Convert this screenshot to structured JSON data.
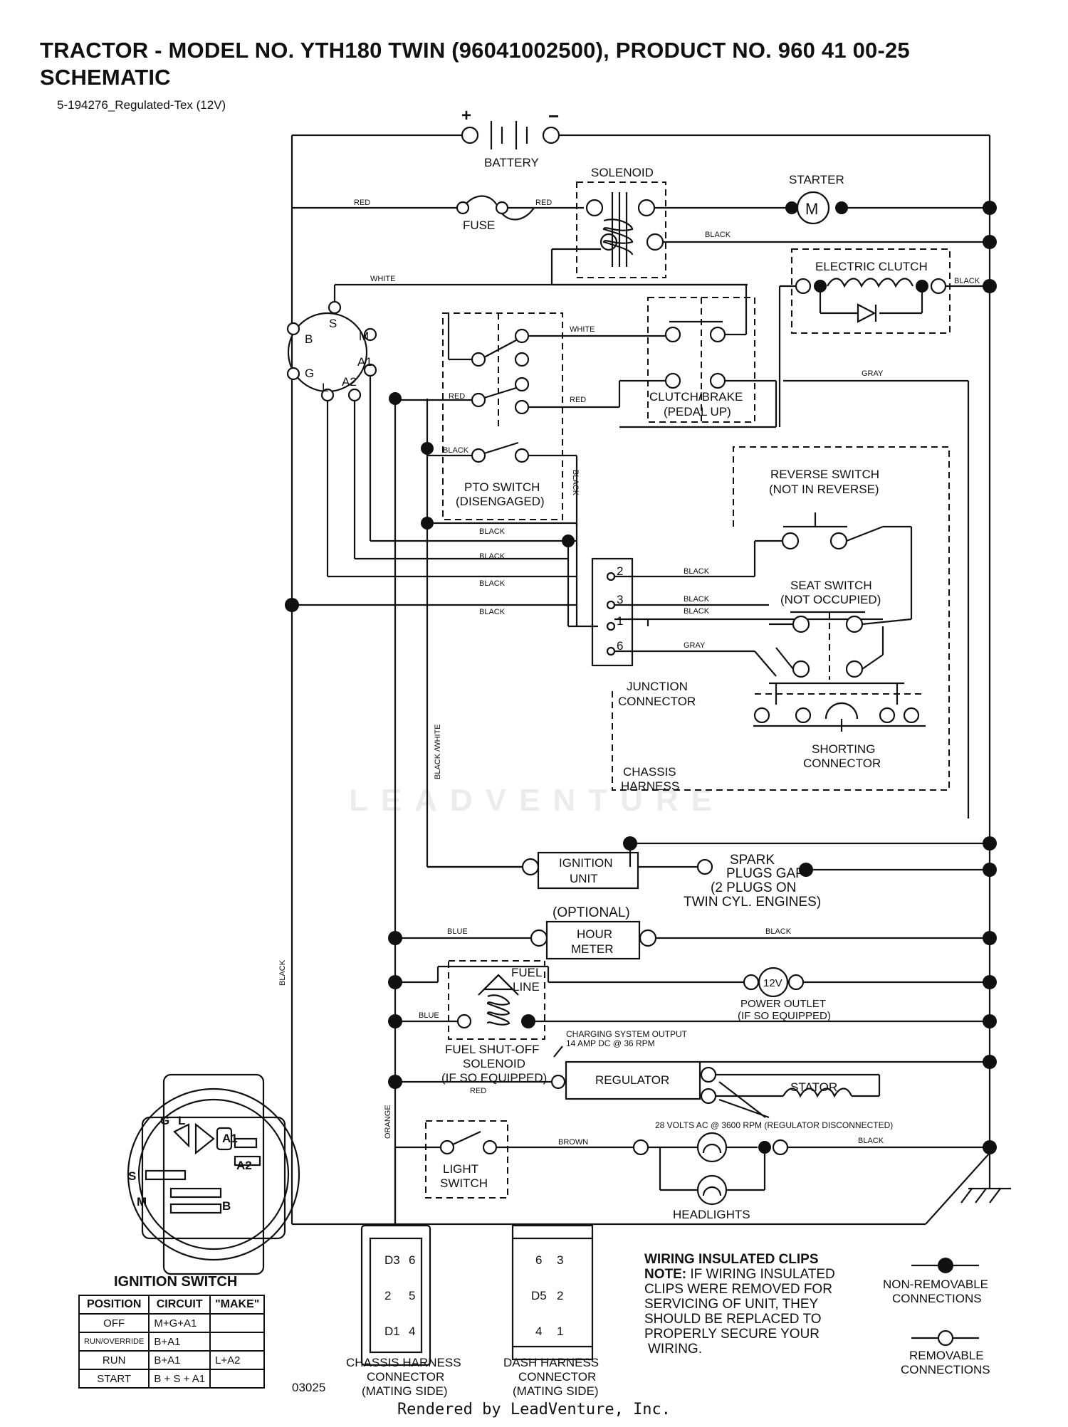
{
  "header": {
    "title_line1": "TRACTOR - MODEL NO. YTH180 TWIN (96041002500), PRODUCT NO. 960 41 00-25",
    "title_line2": "SCHEMATIC",
    "subtitle": "5-194276_Regulated-Tex (12V)"
  },
  "components": {
    "battery": "BATTERY",
    "solenoid": "SOLENOID",
    "starter": "STARTER",
    "starter_symbol": "M",
    "fuse": "FUSE",
    "electric_clutch": "ELECTRIC CLUTCH",
    "pto_switch_1": "PTO SWITCH",
    "pto_switch_2": "(DISENGAGED)",
    "clutch_brake_1": "CLUTCH/BRAKE",
    "clutch_brake_2": "(PEDAL UP)",
    "reverse_switch_1": "REVERSE SWITCH",
    "reverse_switch_2": "(NOT IN REVERSE)",
    "seat_switch_1": "SEAT SWITCH",
    "seat_switch_2": "(NOT OCCUPIED)",
    "junction_1": "JUNCTION",
    "junction_2": "CONNECTOR",
    "shorting_1": "SHORTING",
    "shorting_2": "CONNECTOR",
    "chassis_1": "CHASSIS",
    "chassis_2": "HARNESS",
    "ignition_unit_1": "IGNITION",
    "ignition_unit_2": "UNIT",
    "spark_1": "SPARK",
    "spark_2": "PLUGS GAP",
    "spark_3": "(2 PLUGS ON",
    "spark_4": "TWIN CYL. ENGINES)",
    "optional": "(OPTIONAL)",
    "hour_meter_1": "HOUR",
    "hour_meter_2": "METER",
    "fuel_line_1": "FUEL",
    "fuel_line_2": "LINE",
    "power_outlet_symbol": "12V",
    "power_outlet_1": "POWER OUTLET",
    "power_outlet_2": "(IF SO EQUIPPED)",
    "fuel_solenoid_1": "FUEL SHUT-OFF",
    "fuel_solenoid_2": "SOLENOID",
    "fuel_solenoid_3": "(IF SO EQUIPPED)",
    "charging_1": "CHARGING SYSTEM OUTPUT",
    "charging_2": "14 AMP DC @ 36 RPM",
    "regulator": "REGULATOR",
    "stator": "STATOR",
    "stator_note": "28 VOLTS AC @ 3600 RPM (REGULATOR DISCONNECTED)",
    "light_switch_1": "LIGHT",
    "light_switch_2": "SWITCH",
    "headlights": "HEADLIGHTS"
  },
  "ignition_terminals": {
    "s": "S",
    "b": "B",
    "g": "G",
    "l": "L",
    "m": "M",
    "a1": "A1",
    "a2": "A2"
  },
  "junction_pins": [
    "2",
    "3",
    "1",
    "6"
  ],
  "wires": {
    "red": "RED",
    "white": "WHITE",
    "black": "BLACK",
    "gray": "GRAY",
    "blue": "BLUE",
    "orange": "ORANGE",
    "brown": "BROWN",
    "black_white": "BLACK /WHITE"
  },
  "ignition_switch": {
    "face_labels": {
      "g": "G",
      "l": "L",
      "a1": "A1",
      "a2": "A2",
      "s": "S",
      "m": "M",
      "b": "B"
    },
    "title": "IGNITION SWITCH",
    "headers": [
      "POSITION",
      "CIRCUIT",
      "\"MAKE\""
    ],
    "rows": [
      {
        "position": "OFF",
        "circuit": "M+G+A1",
        "make": ""
      },
      {
        "position": "RUN/OVERRIDE",
        "circuit": "B+A1",
        "make": ""
      },
      {
        "position": "RUN",
        "circuit": "B+A1",
        "make": "L+A2"
      },
      {
        "position": "START",
        "circuit": "B + S + A1",
        "make": ""
      }
    ],
    "code": "03025"
  },
  "connectors": {
    "chassis_pins": [
      "D3",
      "6",
      "2",
      "5",
      "D1",
      "4"
    ],
    "dash_pins": [
      "6",
      "3",
      "D5",
      "2",
      "4",
      "1"
    ],
    "chassis_1": "CHASSIS HARNESS",
    "chassis_2": "CONNECTOR",
    "chassis_3": "(MATING SIDE)",
    "dash_1": "DASH HARNESS",
    "dash_2": "CONNECTOR",
    "dash_3": "(MATING SIDE)"
  },
  "notes": {
    "clips_title": "WIRING INSULATED CLIPS",
    "clips_note_lead": "NOTE:",
    "clips_line1": " IF WIRING INSULATED",
    "clips_line2": "CLIPS WERE REMOVED FOR",
    "clips_line3": "SERVICING OF UNIT, THEY",
    "clips_line4": "SHOULD BE REPLACED TO",
    "clips_line5": "PROPERLY SECURE YOUR",
    "clips_line6": "WIRING.",
    "non_removable_1": "NON-REMOVABLE",
    "non_removable_2": "CONNECTIONS",
    "removable_1": "REMOVABLE",
    "removable_2": "CONNECTIONS"
  },
  "watermark": "LEADVENTURE",
  "footer": "Rendered by LeadVenture, Inc."
}
